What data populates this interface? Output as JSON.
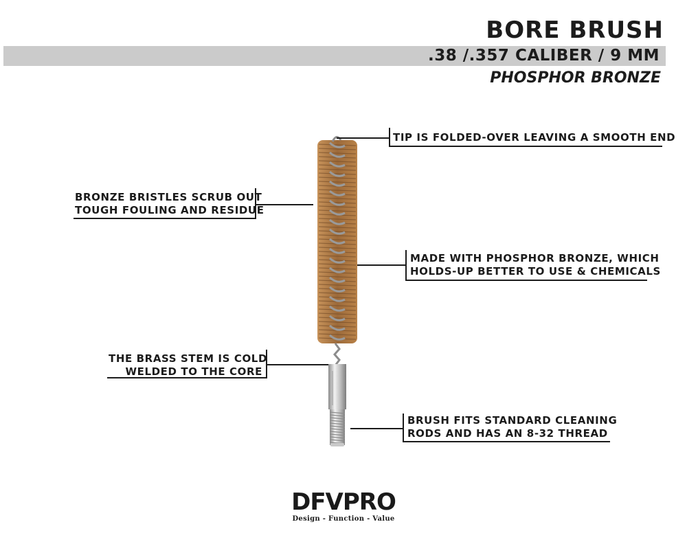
{
  "header": {
    "title": "BORE BRUSH",
    "subtitle": ".38 /.357 CALIBER / 9 MM",
    "material": "PHOSPHOR BRONZE"
  },
  "callouts": {
    "tip": [
      "TIP IS FOLDED-OVER LEAVING A SMOOTH END"
    ],
    "bristles": [
      "BRONZE BRISTLES SCRUB OUT",
      "TOUGH FOULING AND RESIDUE"
    ],
    "phosphor": [
      "MADE WITH PHOSPHOR BRONZE, WHICH",
      "HOLDS-UP BETTER TO USE & CHEMICALS"
    ],
    "stem": [
      "THE BRASS STEM IS COLD",
      "WELDED TO THE CORE"
    ],
    "thread": [
      "BRUSH FITS STANDARD CLEANING",
      "RODS AND HAS AN 8-32 THREAD"
    ]
  },
  "logo": {
    "brand": "DFVPRO",
    "tagline": "Design - Function - Value"
  },
  "colors": {
    "band": "#cbcbcb",
    "text": "#1b1b1b",
    "bronze": "#b07a45",
    "logo_accent": "#c0392b"
  }
}
